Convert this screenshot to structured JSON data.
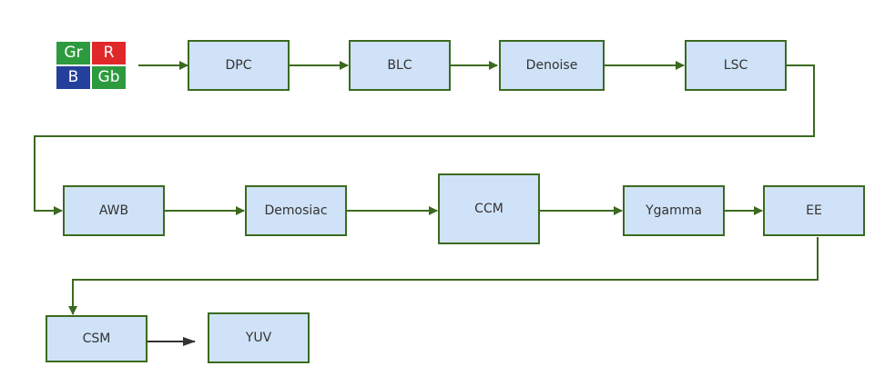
{
  "logo": {
    "cells": [
      {
        "label": "Gr",
        "color": "#2e9a3e"
      },
      {
        "label": "R",
        "color": "#e0282b"
      },
      {
        "label": "B",
        "color": "#25409a"
      },
      {
        "label": "Gb",
        "color": "#2e9a3e"
      }
    ]
  },
  "nodes": {
    "dpc": "DPC",
    "blc": "BLC",
    "denoise": "Denoise",
    "lsc": "LSC",
    "awb": "AWB",
    "demosiac": "Demosiac",
    "ccm": "CCM",
    "ygamma": "Ygamma",
    "ee": "EE",
    "csm": "CSM",
    "yuv": "YUV"
  },
  "colors": {
    "box_fill": "#cfe2f7",
    "box_border": "#3b6a1f",
    "connector": "#3b6a1f",
    "last_connector": "#333333"
  }
}
